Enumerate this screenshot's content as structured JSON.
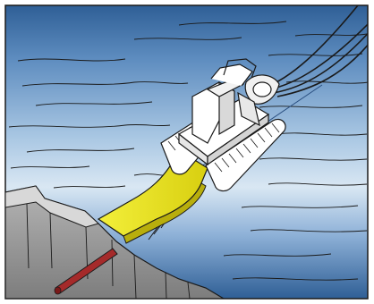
{
  "scene": {
    "subject": "tracked-trenching-vehicle",
    "colors": {
      "water_top": "#2f5f96",
      "water_mid": "#6f9cc9",
      "water_light": "#d9e7f3",
      "rock_face": "#9a9a9a",
      "rock_top": "#d8d8d8",
      "chute": "#f0ea1a",
      "pipe": "#a52a2a",
      "machine": "#ffffff",
      "outline": "#1a1a1a"
    },
    "icons": [
      "trench-chute",
      "cable-bundle",
      "seabed-pipe",
      "rock-shelf"
    ]
  }
}
